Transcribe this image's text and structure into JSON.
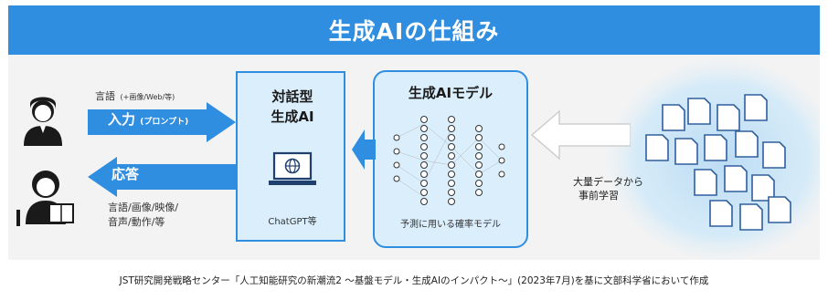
{
  "title": "生成AIの仕組み",
  "user_side": {
    "input_note": "言語",
    "input_note_sub": "(+画像/Web/等)",
    "input_label": "入力",
    "input_sub": "(プロンプト)",
    "response_label": "応答",
    "response_note_line1": "言語/画像/映像/",
    "response_note_line2": "音声/動作/等"
  },
  "chat_system": {
    "title_line1": "対話型",
    "title_line2": "生成AI",
    "subtitle": "ChatGPT等"
  },
  "model": {
    "title": "生成AIモデル",
    "subtitle": "予測に用いる確率モデル"
  },
  "data": {
    "label_line1": "大量データから",
    "label_line2": "事前学習"
  },
  "footer": "JST研究開発戦略センター「人工知能研究の新潮流2 ～基盤モデル・生成AIのインパクト～」(2023年7月)を基に文部科学省において作成",
  "colors": {
    "accent": "#2f8ee0",
    "panel_bg": "#f3f3f3",
    "box_fill": "#dbeefc",
    "data_cloud": "#cfe6f7"
  }
}
